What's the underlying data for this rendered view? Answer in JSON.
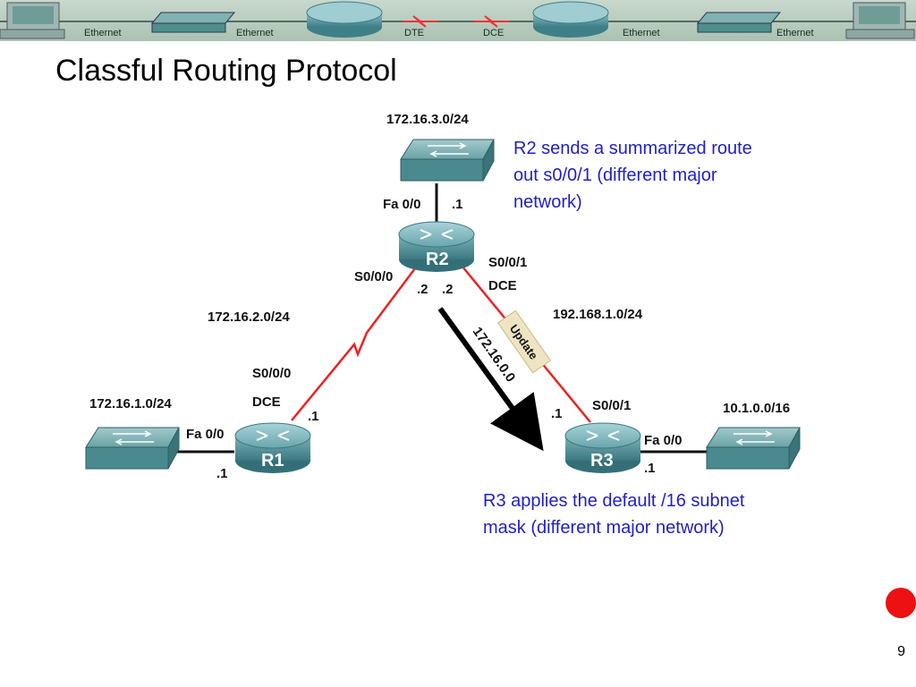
{
  "banner": {
    "labels": [
      "Ethernet",
      "Ethernet",
      "DTE",
      "DCE",
      "Ethernet",
      "Ethernet"
    ]
  },
  "title": "Classful Routing Protocol",
  "networks": {
    "r2_lan": "172.16.3.0/24",
    "r1_r2": "172.16.2.0/24",
    "r1_lan": "172.16.1.0/24",
    "r2_r3": "192.168.1.0/24",
    "r3_lan": "10.1.0.0/16"
  },
  "routers": {
    "r1": "R1",
    "r2": "R2",
    "r3": "R3"
  },
  "interfaces": {
    "r2_fa": "Fa 0/0",
    "r2_fa_ip": ".1",
    "r2_s000": "S0/0/0",
    "r2_s000_ip": ".2",
    "r2_s001_ip": ".2",
    "r2_s001": "S0/0/1",
    "r2_dce": "DCE",
    "r1_s000": "S0/0/0",
    "r1_dce": "DCE",
    "r1_s_ip": ".1",
    "r1_fa": "Fa 0/0",
    "r1_fa_ip": ".1",
    "r3_s_ip": ".1",
    "r3_s001": "S0/0/1",
    "r3_fa": "Fa 0/0",
    "r3_fa_ip": ".1"
  },
  "update": {
    "tag": "Update",
    "route": "172.16.0.0"
  },
  "notes": {
    "r2_note": [
      "R2 sends a summarized route",
      "out s0/0/1 (different major",
      "network)"
    ],
    "r3_note": [
      "R3 applies the default /16 subnet",
      "mask (different major network)"
    ]
  },
  "page_number": "9",
  "colors": {
    "note_text": "#1f1fc8",
    "link_red": "#ee2222",
    "router": "#4f8f97",
    "indicator_dot": "#ee1111"
  }
}
